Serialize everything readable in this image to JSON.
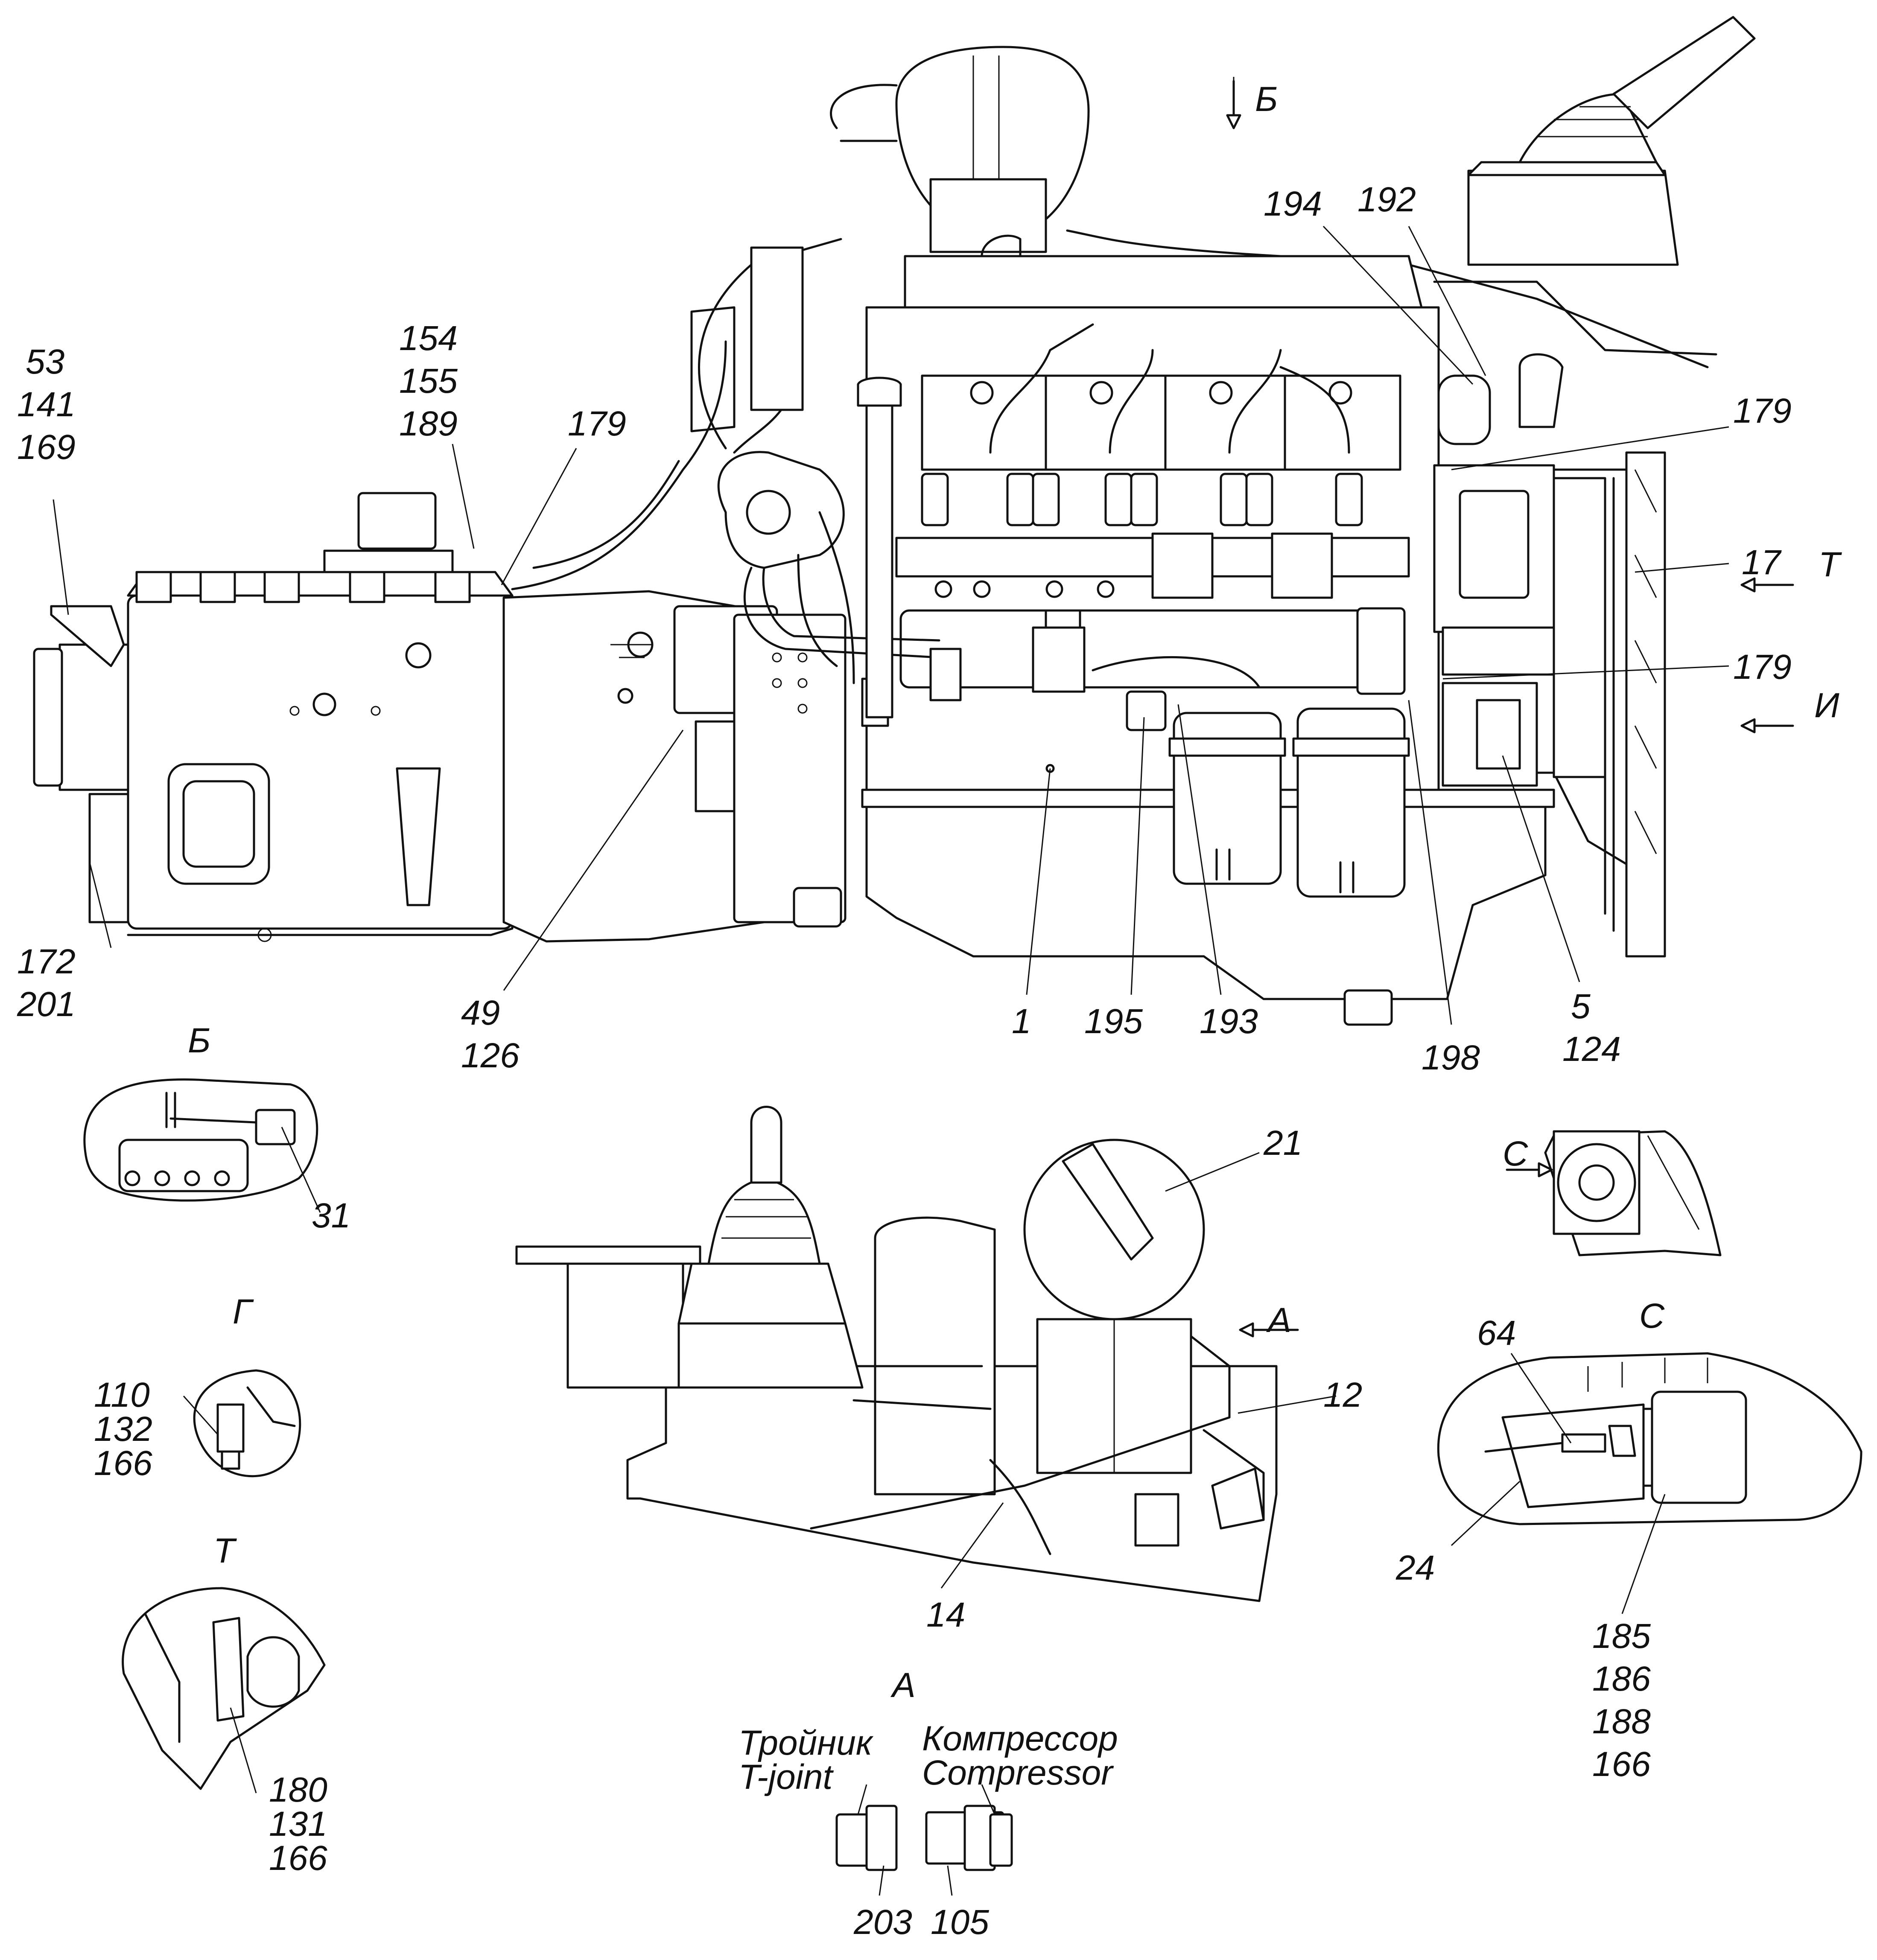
{
  "callouts": {
    "c_53": "53",
    "c_141": "141",
    "c_169": "169",
    "c_154": "154",
    "c_155": "155",
    "c_189": "189",
    "c_179a": "179",
    "c_179b": "179",
    "c_179c": "179",
    "c_194": "194",
    "c_192": "192",
    "c_17": "17",
    "c_172": "172",
    "c_201": "201",
    "c_49": "49",
    "c_126": "126",
    "c_1": "1",
    "c_195": "195",
    "c_193": "193",
    "c_198": "198",
    "c_5": "5",
    "c_124": "124",
    "c_31": "31",
    "c_21": "21",
    "c_12": "12",
    "c_14": "14",
    "c_110": "110",
    "c_132": "132",
    "c_166a": "166",
    "c_180": "180",
    "c_131": "131",
    "c_166b": "166",
    "c_64": "64",
    "c_24": "24",
    "c_185": "185",
    "c_186": "186",
    "c_188": "188",
    "c_166c": "166",
    "c_203": "203",
    "c_105": "105"
  },
  "view_letters": {
    "view_b_arrow": "Б",
    "view_t_arrow": "Т",
    "view_i_arrow": "И",
    "view_a_arrow": "А",
    "view_c_arrow": "С",
    "view_b_title": "Б",
    "view_g_title": "Г",
    "view_t_title": "Т",
    "view_c_title": "С",
    "view_a_title": "А"
  },
  "detail_a": {
    "tee_ru": "Тройник",
    "tee_en": "T-joint",
    "compressor_ru": "Компрессор",
    "compressor_en": "Compressor"
  },
  "colors": {
    "line": "#111111",
    "background": "#ffffff"
  }
}
